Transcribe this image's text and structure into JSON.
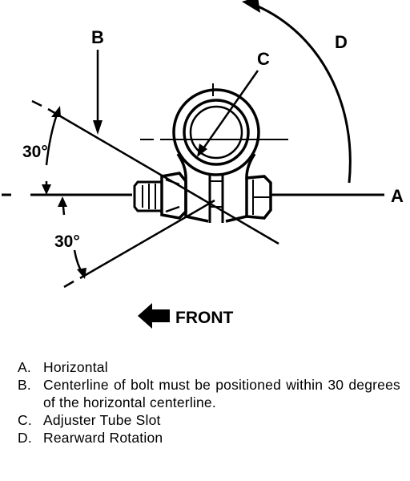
{
  "callouts": {
    "a": "A",
    "b": "B",
    "c": "C",
    "d": "D"
  },
  "angles": {
    "upper": "30°",
    "lower": "30°"
  },
  "front_label": "FRONT",
  "legend": [
    {
      "key": "A.",
      "text": "Horizontal"
    },
    {
      "key": "B.",
      "text": "Centerline of bolt must be positioned within 30 degrees of the horizontal centerline."
    },
    {
      "key": "C.",
      "text": "Adjuster Tube Slot"
    },
    {
      "key": "D.",
      "text": "Rearward Rotation"
    }
  ]
}
